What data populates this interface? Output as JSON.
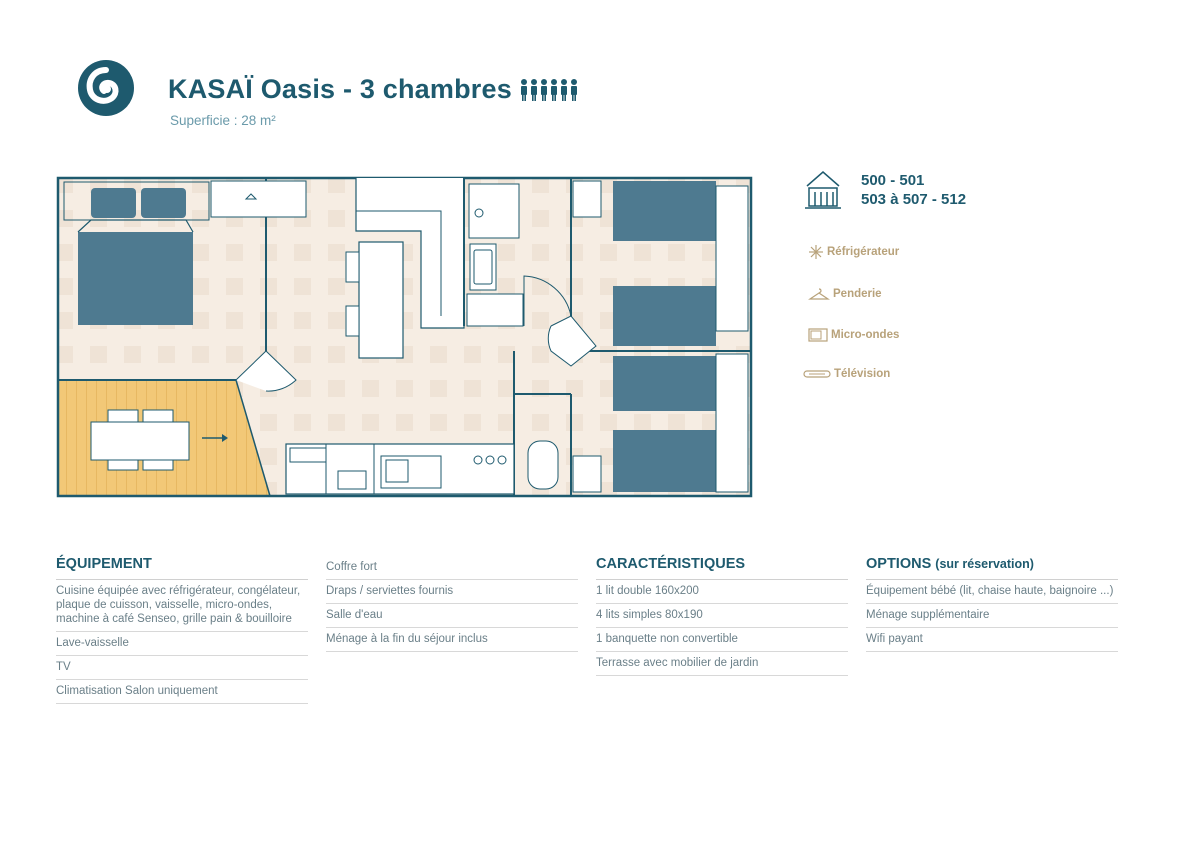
{
  "header": {
    "title": "KASAÏ Oasis - 3 chambres",
    "subtitle": "Superficie : 28 m²",
    "capacity_people": 6
  },
  "lots": {
    "line1": "500 - 501",
    "line2": "503 à 507 - 512"
  },
  "legend": {
    "fridge": "Réfrigérateur",
    "wardrobe": "Penderie",
    "microwave": "Micro-ondes",
    "tv": "Télévision"
  },
  "equipment": {
    "title": "ÉQUIPEMENT",
    "items": [
      "Cuisine équipée avec réfrigérateur, congélateur, plaque de cuisson, vaisselle, micro-ondes, machine à café Senseo, grille pain & bouilloire",
      "Lave-vaisselle",
      "TV",
      "Climatisation Salon uniquement"
    ]
  },
  "equipment2": {
    "items": [
      "Coffre fort",
      "Draps / serviettes fournis",
      "Salle d'eau",
      "Ménage à la fin du séjour inclus"
    ]
  },
  "features": {
    "title": "CARACTÉRISTIQUES",
    "items": [
      "1 lit double 160x200",
      "4 lits simples 80x190",
      "1 banquette non convertible",
      "Terrasse avec mobilier de jardin"
    ]
  },
  "options": {
    "title": "OPTIONS",
    "title_suffix": "(sur réservation)",
    "items": [
      "Équipement bébé (lit, chaise haute, baignoire ...)",
      "Ménage supplémentaire",
      "Wifi payant"
    ]
  },
  "colors": {
    "brand": "#1e5a6e",
    "bed": "#4e7a90",
    "terrace": "#f2c877",
    "floor": "#f6ede3",
    "legend": "#b8a27a"
  }
}
